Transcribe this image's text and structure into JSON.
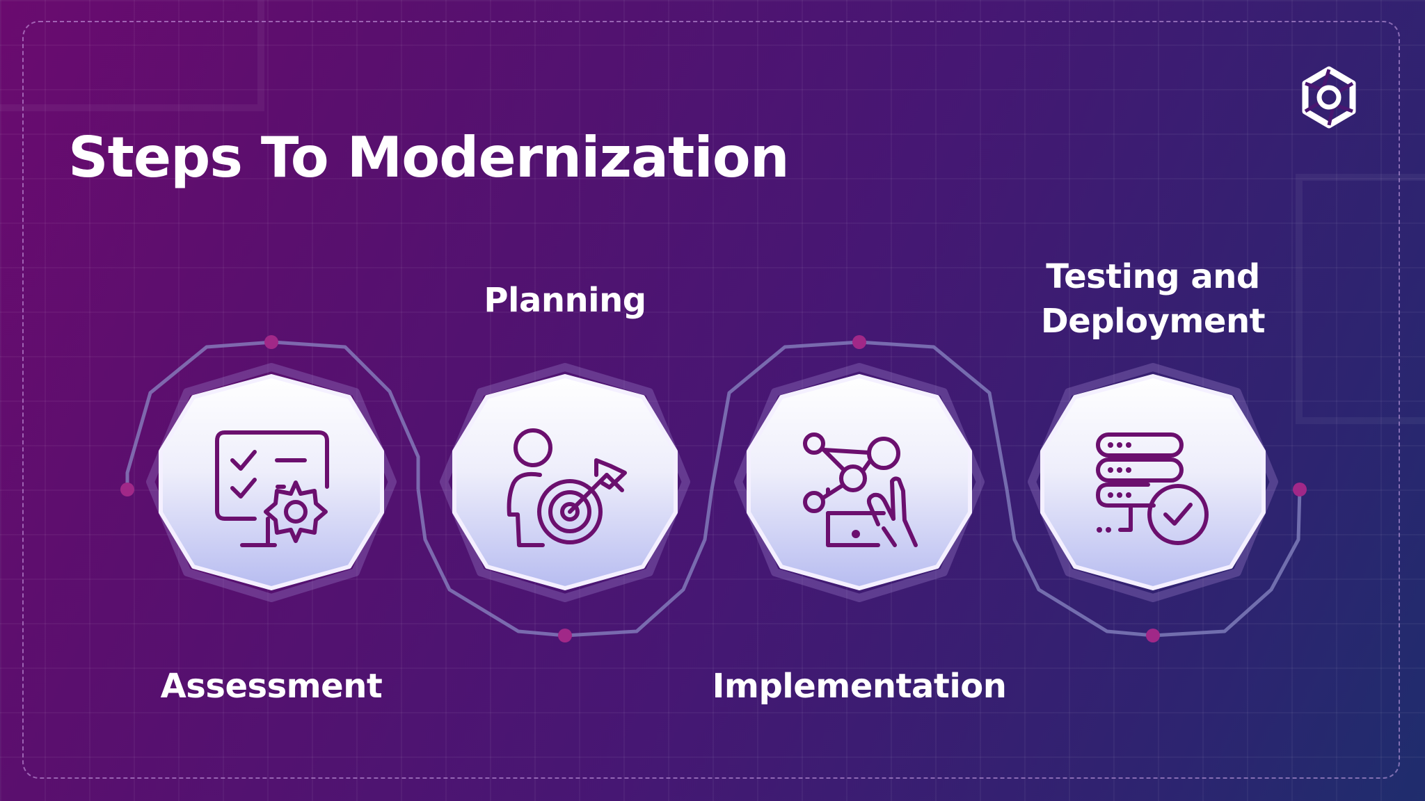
{
  "title": "Steps To Modernization",
  "colors": {
    "background_start": "#6a0b6f",
    "background_end": "#1f2d6d",
    "icon_stroke": "#6b0f6e",
    "node_fill_top": "#ffffff",
    "node_fill_bottom": "#b7bcf0",
    "accent_dot": "#a12888"
  },
  "logo_icon": "hexagon-swirl-logo-icon",
  "steps": [
    {
      "label": "Assessment",
      "icon": "checklist-monitor-gear-icon"
    },
    {
      "label": "Planning",
      "icon": "person-target-arrow-icon"
    },
    {
      "label": "Implementation",
      "icon": "network-mobile-hand-icon"
    },
    {
      "label": "Testing and Deployment",
      "icon": "server-check-icon"
    }
  ]
}
